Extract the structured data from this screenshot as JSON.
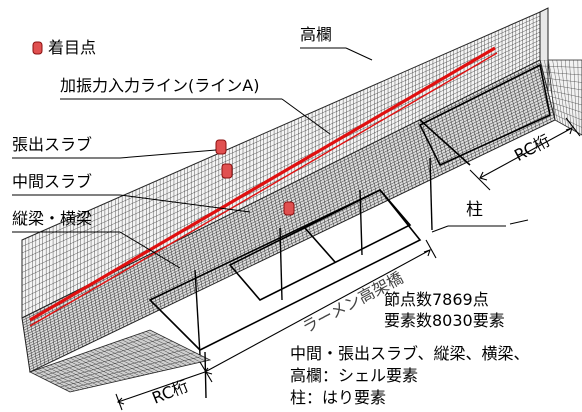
{
  "legend": {
    "marker_label": "着目点"
  },
  "labels": {
    "railing": "高欄",
    "excitation_line": "加振力入力ライン(ラインA)",
    "cantilever_slab": "張出スラブ",
    "middle_slab": "中間スラブ",
    "beams": "縦梁・横梁",
    "rc_girder_right": "RC桁",
    "column": "柱",
    "rahmen_viaduct": "ラーメン高架橋",
    "rc_girder_left": "RC桁"
  },
  "notes": {
    "node_count": "節点数7869点",
    "element_count": "要素数8030要素",
    "shell_line1": "中間・張出スラブ、縦梁、横梁、",
    "shell_line2": "高欄：シェル要素",
    "beam_line": "柱：はり要素"
  },
  "colors": {
    "mesh": "#222222",
    "excitation_line": "#e01010",
    "marker": "#e05050",
    "marker_edge": "#8a1010"
  }
}
